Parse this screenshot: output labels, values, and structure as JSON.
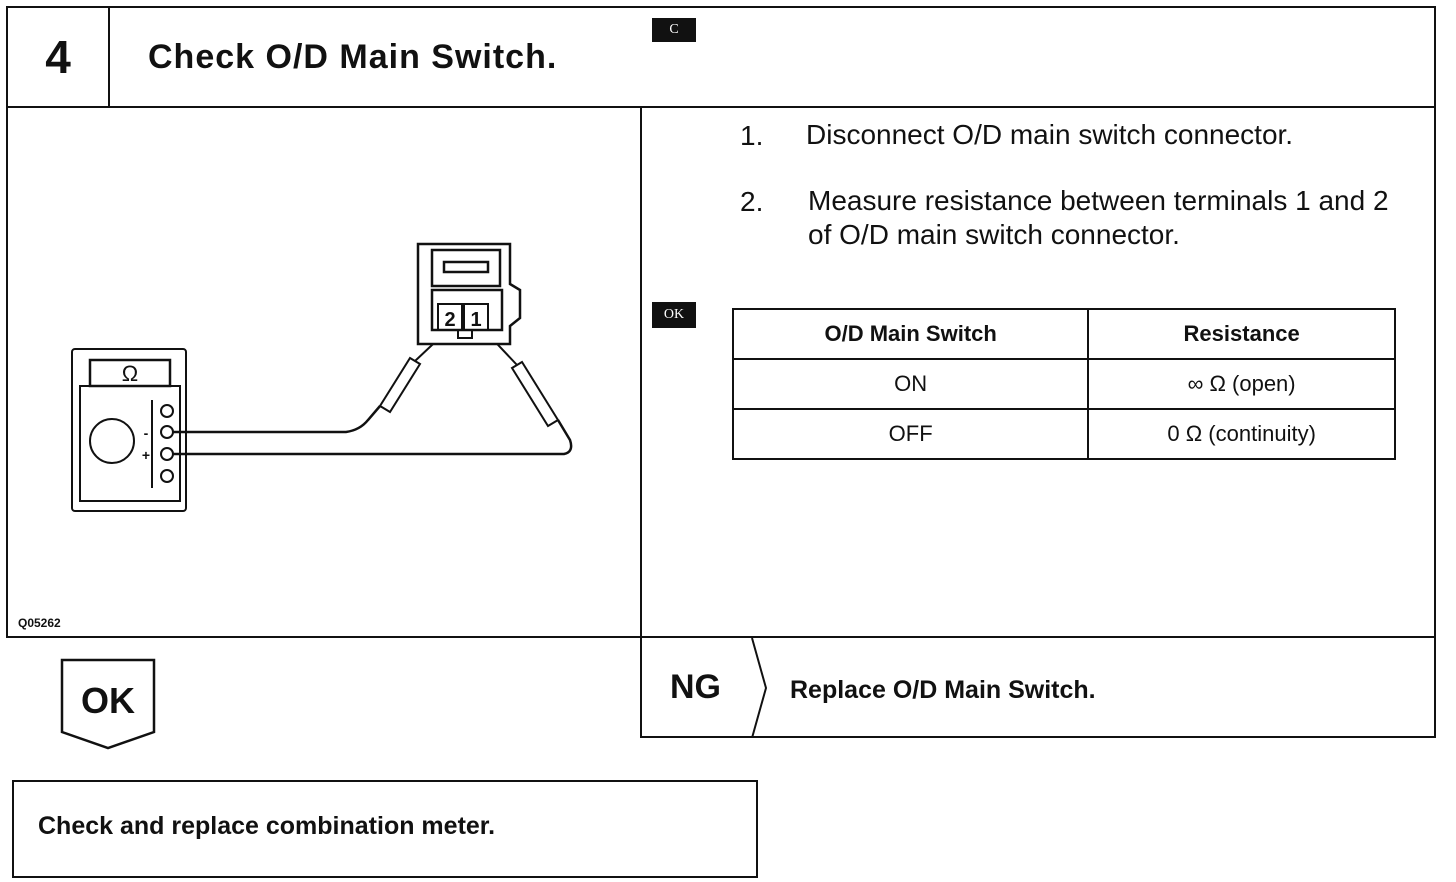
{
  "step": {
    "number": "4",
    "title": "Check O/D Main Switch."
  },
  "figure": {
    "id": "Q05262",
    "meter_symbol": "Ω",
    "terminal_labels": [
      "2",
      "1"
    ],
    "probe_signs": [
      "-",
      "+"
    ]
  },
  "tags": {
    "prep": "C",
    "ok": "OK"
  },
  "instructions": [
    {
      "num": "1.",
      "text": "Disconnect O/D main switch connector."
    },
    {
      "num": "2.",
      "text": "Measure resistance between terminals 1 and 2 of O/D main switch connector."
    }
  ],
  "spec_table": {
    "headers": [
      "O/D Main Switch",
      "Resistance"
    ],
    "rows": [
      [
        "ON",
        "∞ Ω (open)"
      ],
      [
        "OFF",
        "0 Ω (continuity)"
      ]
    ]
  },
  "ok_branch": {
    "label": "OK",
    "action": "Check and replace combination meter."
  },
  "ng_branch": {
    "label": "NG",
    "action": "Replace O/D Main Switch."
  }
}
